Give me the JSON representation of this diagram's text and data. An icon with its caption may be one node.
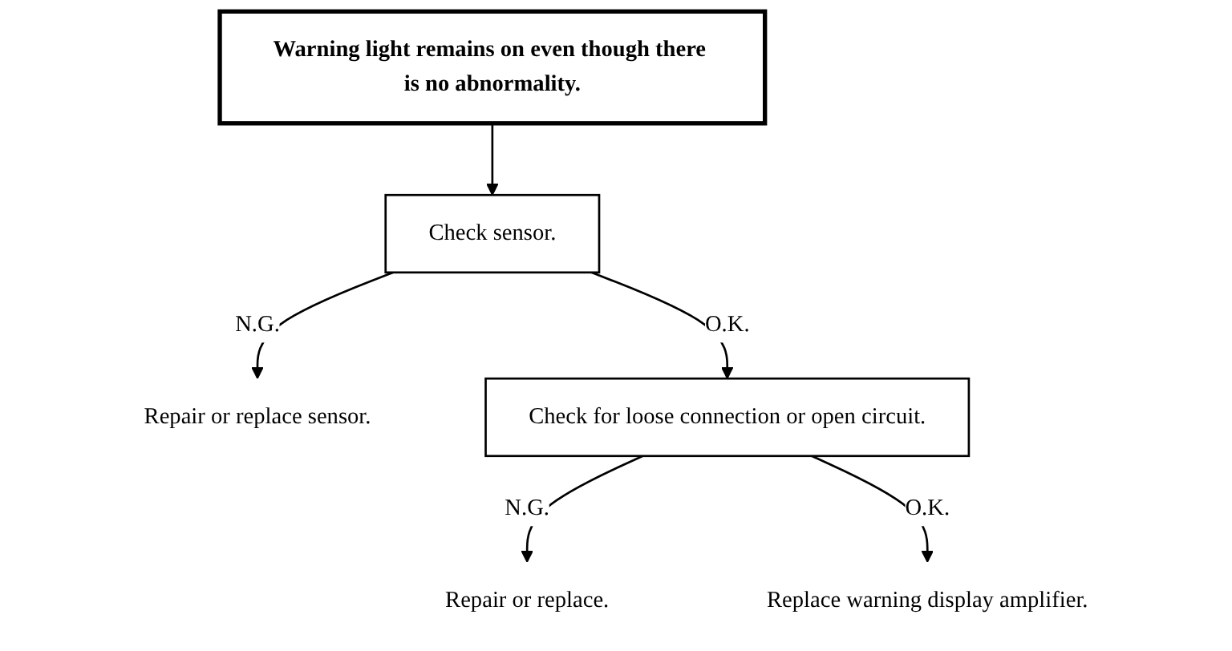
{
  "diagram": {
    "nodes": [
      {
        "text": [
          "Warning light remains on even though there is no abnormality."
        ]
      },
      {
        "text": [
          "Check sensor."
        ]
      },
      {
        "text": [
          "Repair or replace sensor."
        ]
      },
      {
        "text": [
          "Check for loose connection or open circuit."
        ]
      },
      {
        "text": [
          "Repair or replace."
        ]
      },
      {
        "text": [
          "Replace warning display amplifier."
        ]
      }
    ],
    "edges": [
      {
        "from": 0,
        "to": 1,
        "arrow": "to"
      },
      {
        "from": 1,
        "to": 2,
        "arrow": "to",
        "label": "N.G."
      },
      {
        "from": 1,
        "to": 3,
        "arrow": "to",
        "label": "O.K."
      },
      {
        "from": 3,
        "to": 4,
        "arrow": "to",
        "label": "N.G."
      },
      {
        "from": 3,
        "to": 5,
        "arrow": "to",
        "label": "O.K."
      }
    ]
  }
}
